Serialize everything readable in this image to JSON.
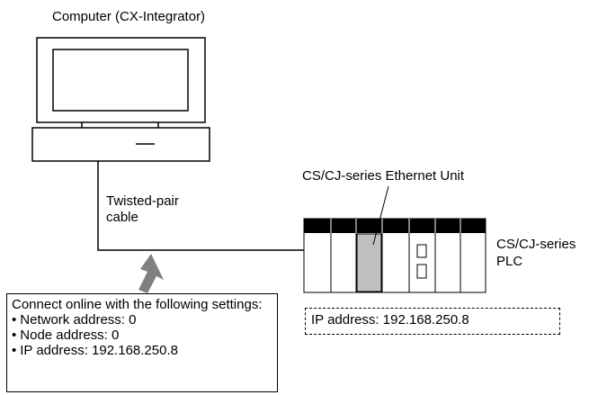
{
  "computer": {
    "label": "Computer (CX-Integrator)"
  },
  "cable": {
    "label_line1": "Twisted-pair",
    "label_line2": "cable"
  },
  "ethernet_unit": {
    "label": "CS/CJ-series Ethernet Unit"
  },
  "plc": {
    "label_line1": "CS/CJ-series",
    "label_line2": "PLC"
  },
  "settings": {
    "intro": "Connect online with the following settings:",
    "items": [
      "Network address: 0",
      "Node address: 0",
      "IP address: 192.168.250.8"
    ]
  },
  "plc_ip": {
    "label": "IP address: 192.168.250.8"
  },
  "colors": {
    "unit_fill": "#c0c0c0",
    "arrow_fill": "#808080",
    "rack_top": "#000000"
  }
}
